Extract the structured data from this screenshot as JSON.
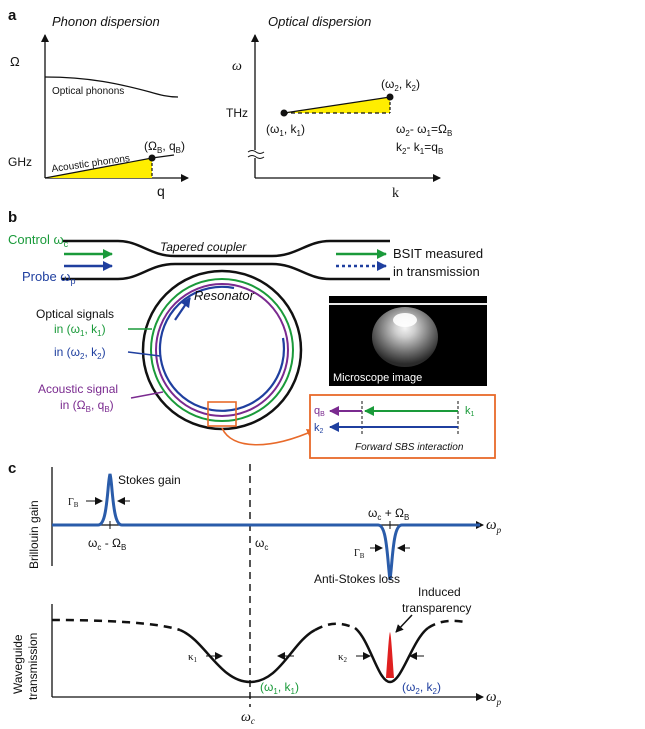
{
  "panel_a": {
    "label": "a",
    "phonon": {
      "title": "Phonon dispersion",
      "y_symbol": "Ω",
      "y_unit": "GHz",
      "x_symbol": "q",
      "optical_label": "Optical phonons",
      "acoustic_label": "Acoustic phonons",
      "point_prefix": "(Ω",
      "point_sub1": "B",
      "point_mid": ", q",
      "point_sub2": "B",
      "point_suffix": ")"
    },
    "optical": {
      "title": "Optical dispersion",
      "y_symbol": "ω",
      "y_unit": "THz",
      "x_symbol": "k",
      "p1_a": "(ω",
      "p1_s1": "1",
      "p1_b": ", k",
      "p1_s2": "1",
      "p1_c": ")",
      "p2_a": "(ω",
      "p2_s1": "2",
      "p2_b": ", k",
      "p2_s2": "2",
      "p2_c": ")",
      "eq1_a": "ω",
      "eq1_s1": "2",
      "eq1_b": "- ω",
      "eq1_s2": "1",
      "eq1_c": "=Ω",
      "eq1_s3": "B",
      "eq2_a": "k",
      "eq2_s1": "2",
      "eq2_b": "- k",
      "eq2_s2": "1",
      "eq2_c": "=q",
      "eq2_s3": "B"
    }
  },
  "panel_b": {
    "label": "b",
    "control_a": "Control ω",
    "control_s": "c",
    "probe_a": "Probe ω",
    "probe_s": "p",
    "coupler": "Tapered coupler",
    "bsit_1": "BSIT measured",
    "bsit_2": "in transmission",
    "resonator": "Resonator",
    "opt_signals": "Optical signals",
    "in1_a": "in (ω",
    "in1_s1": "1",
    "in1_b": ", k",
    "in1_s2": "1",
    "in1_c": ")",
    "in2_a": "in (ω",
    "in2_s1": "2",
    "in2_b": ", k",
    "in2_s2": "2",
    "in2_c": ")",
    "acoustic": "Acoustic signal",
    "in3_a": "in (Ω",
    "in3_s1": "B",
    "in3_b": ", q",
    "in3_s2": "B",
    "in3_c": ")",
    "micro": "Microscope image",
    "q_a": "q",
    "q_s": "B",
    "k2_a": "k",
    "k2_s": "2",
    "k1_a": "k",
    "k1_s": "1",
    "sbs": "Forward SBS interaction"
  },
  "panel_c": {
    "label": "c",
    "gain_ylabel": "Brillouin gain",
    "stokes": "Stokes gain",
    "gamma_a": "Γ",
    "gamma_s": "B",
    "wc_minus_a": "ω",
    "wc_minus_s": "c",
    "wc_minus_b": " - Ω",
    "wc_minus_s2": "B",
    "wc_a": "ω",
    "wc_s": "c",
    "wc_plus_a": "ω",
    "wc_plus_s": "c",
    "wc_plus_b": " + Ω",
    "wc_plus_s2": "B",
    "wp_a": "ω",
    "wp_s": "p",
    "antistokes": "Anti-Stokes loss",
    "trans_ylabel_1": "Waveguide",
    "trans_ylabel_2": "transmission",
    "induced_1": "Induced",
    "induced_2": "transparency",
    "kappa1_a": "κ",
    "kappa1_s": "1",
    "kappa2_a": "κ",
    "kappa2_s": "2",
    "r1_a": "(ω",
    "r1_s1": "1",
    "r1_b": ", k",
    "r1_s2": "1",
    "r1_c": ")",
    "r2_a": "(ω",
    "r2_s1": "2",
    "r2_b": ", k",
    "r2_s2": "2",
    "r2_c": ")"
  },
  "colors": {
    "green": "#1a9a3a",
    "blue": "#1f3f9f",
    "purple": "#7a2a8f",
    "orange": "#e86a2a",
    "yellow": "#ffee00",
    "red": "#e02020",
    "gain_blue": "#2a5caa"
  }
}
